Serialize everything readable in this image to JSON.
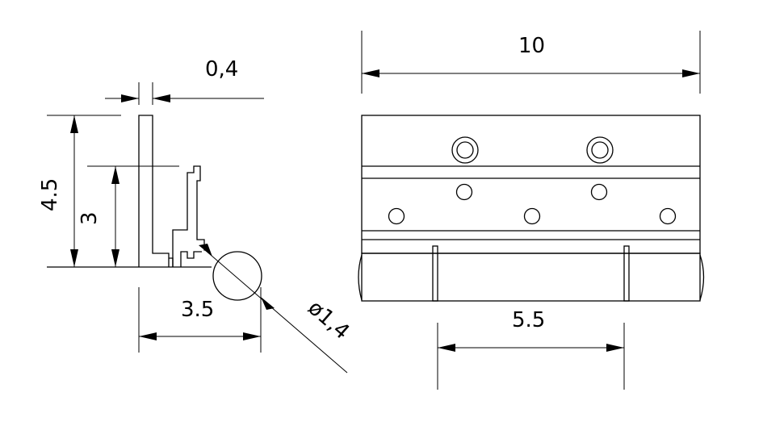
{
  "dimensions": {
    "thickness": "0,4",
    "total_height": "4.5",
    "inner_height": "3",
    "base_width": "3.5",
    "pin_diameter": "ø1,4",
    "overall_length": "10",
    "hole_spacing": "5.5"
  },
  "colors": {
    "line": "#000000",
    "background": "#ffffff"
  }
}
